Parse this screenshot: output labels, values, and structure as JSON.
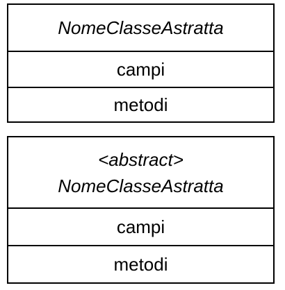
{
  "diagram": {
    "classes": [
      {
        "name": "NomeClasseAstratta",
        "fields_label": "campi",
        "methods_label": "metodi"
      },
      {
        "stereotype": "<abstract>",
        "name": "NomeClasseAstratta",
        "fields_label": "campi",
        "methods_label": "metodi"
      }
    ]
  }
}
